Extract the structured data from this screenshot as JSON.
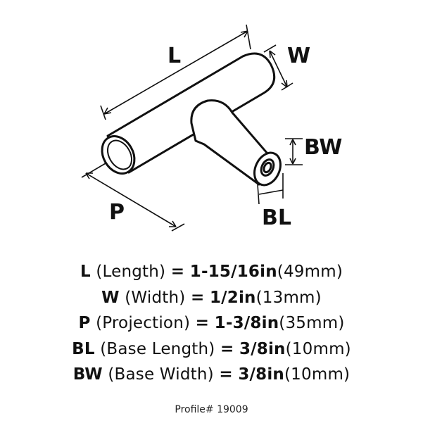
{
  "diagram": {
    "labels": {
      "L": "L",
      "W": "W",
      "P": "P",
      "BL": "BL",
      "BW": "BW"
    }
  },
  "specs": [
    {
      "code": "L",
      "name": "(Length)",
      "eq": "=",
      "imperial": "1-15/16in",
      "metric": "(49mm)"
    },
    {
      "code": "W",
      "name": "(Width)",
      "eq": "=",
      "imperial": "1/2in",
      "metric": "(13mm)"
    },
    {
      "code": "P",
      "name": "(Projection)",
      "eq": "=",
      "imperial": "1-3/8in",
      "metric": "(35mm)"
    },
    {
      "code": "BL",
      "name": "(Base Length)",
      "eq": "=",
      "imperial": "3/8in",
      "metric": "(10mm)"
    },
    {
      "code": "BW",
      "name": "(Base Width)",
      "eq": "=",
      "imperial": "3/8in",
      "metric": "(10mm)"
    }
  ],
  "profile": "Profile# 19009"
}
